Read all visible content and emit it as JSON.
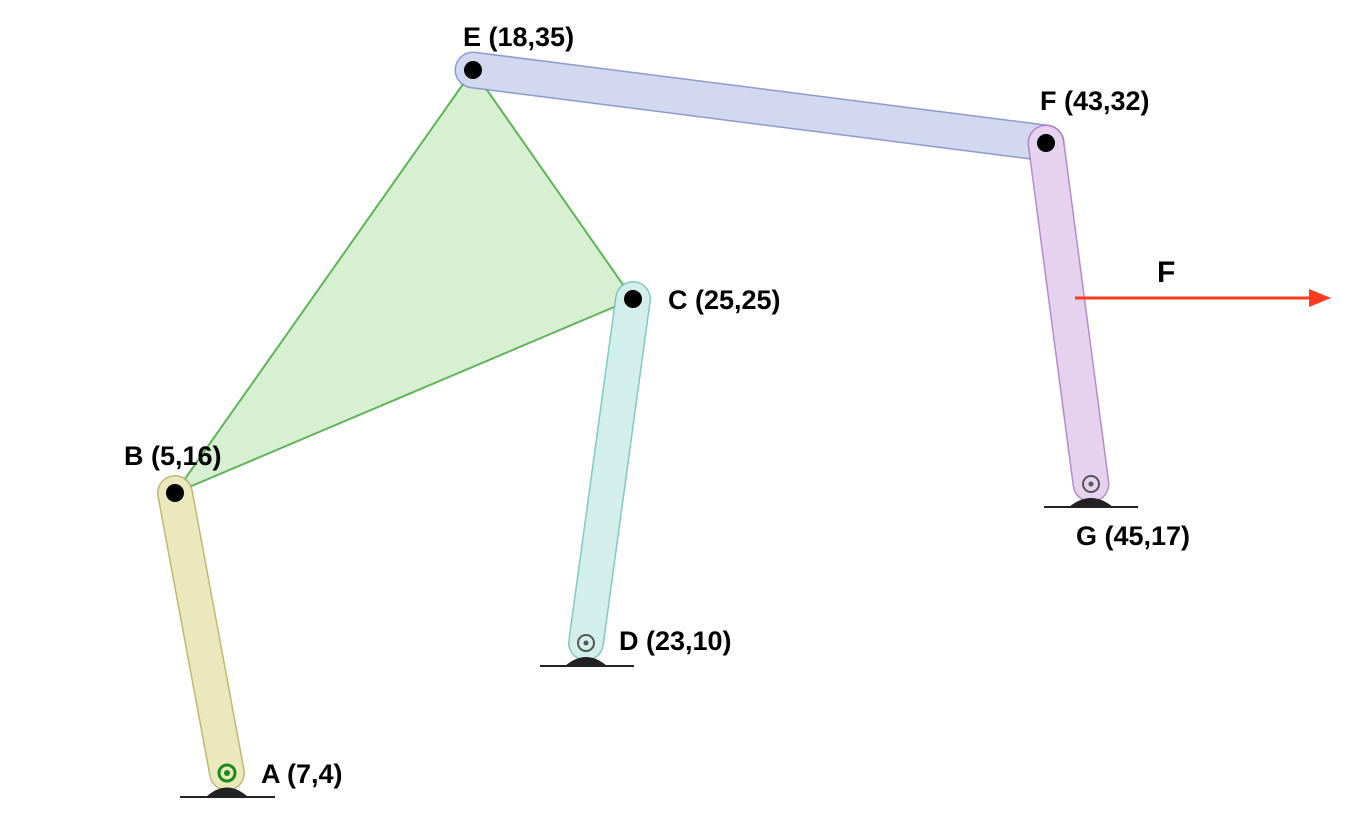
{
  "joints": {
    "A": {
      "label": "A (7,4)",
      "type": "ground"
    },
    "B": {
      "label": "B (5,16)",
      "type": "pin"
    },
    "C": {
      "label": "C (25,25)",
      "type": "pin"
    },
    "D": {
      "label": "D (23,10)",
      "type": "ground"
    },
    "E": {
      "label": "E (18,35)",
      "type": "pin"
    },
    "F": {
      "label": "F (43,32)",
      "type": "pin"
    },
    "G": {
      "label": "G (45,17)",
      "type": "ground"
    }
  },
  "links": [
    {
      "id": "AB",
      "from": "A",
      "to": "B",
      "color": "#e8e4b4",
      "stroke": "#b3ad5a"
    },
    {
      "id": "DC",
      "from": "D",
      "to": "C",
      "color": "#c6ebe6",
      "stroke": "#6fbfb5"
    },
    {
      "id": "EF",
      "from": "E",
      "to": "F",
      "color": "#c5cdec",
      "stroke": "#7b88c8"
    },
    {
      "id": "FG",
      "from": "F",
      "to": "G",
      "color": "#e1c8ec",
      "stroke": "#a878c0"
    }
  ],
  "ternary_link": {
    "vertices": [
      "B",
      "C",
      "E"
    ],
    "color": "#c9ebc3",
    "stroke": "#5fb458"
  },
  "force": {
    "label": "F",
    "color": "#ff3b1f",
    "direction": "right"
  }
}
